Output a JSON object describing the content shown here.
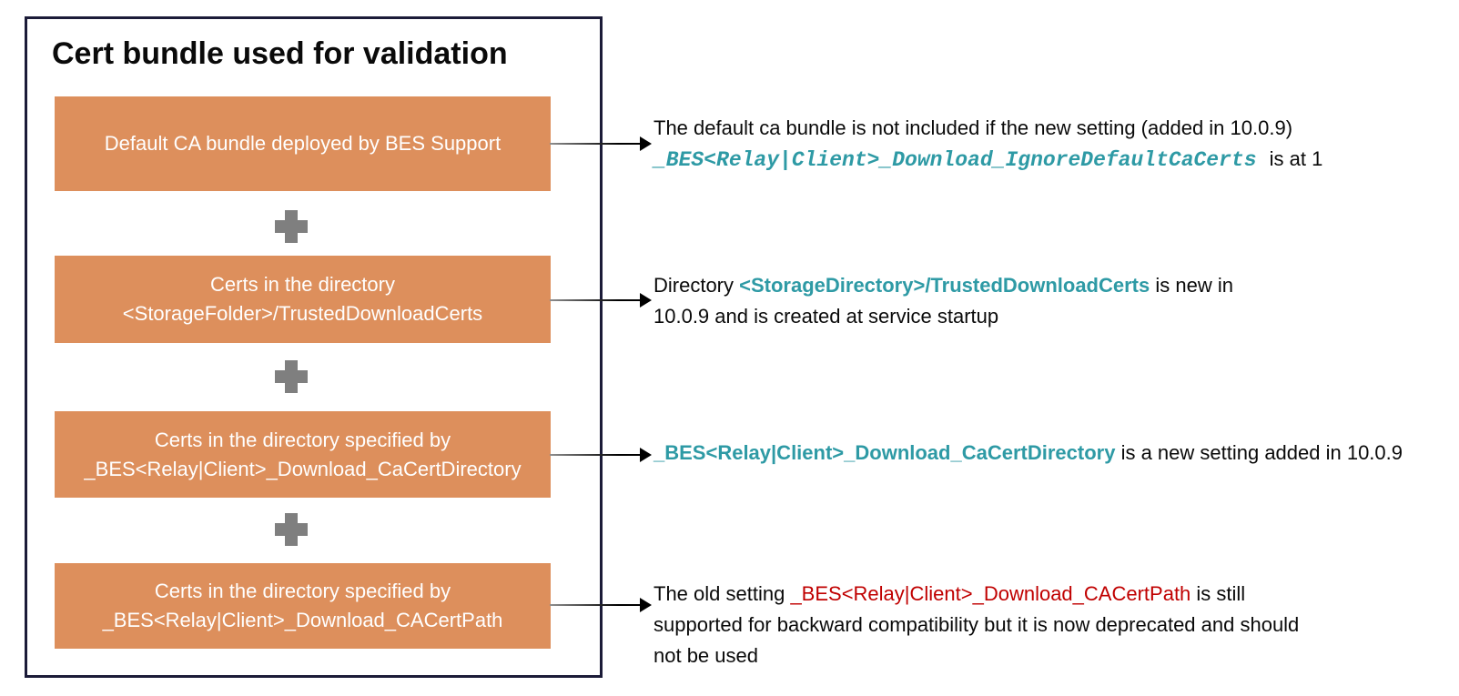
{
  "diagram": {
    "title": "Cert bundle used for validation",
    "boxes": [
      {
        "lines": [
          "Default CA bundle deployed by BES Support"
        ]
      },
      {
        "lines": [
          "Certs in the directory",
          "<StorageFolder>/TrustedDownloadCerts"
        ]
      },
      {
        "lines": [
          "Certs in the directory specified by",
          "_BES<Relay|Client>_Download_CaCertDirectory"
        ]
      },
      {
        "lines": [
          "Certs in the directory specified by",
          "_BES<Relay|Client>_Download_CACertPath"
        ]
      }
    ],
    "icons": {
      "separator": "plus-icon",
      "connector": "arrow-right-icon"
    },
    "annotations": [
      {
        "line1": "The default ca bundle is not included if the new setting (added in 10.0.9)",
        "code": "_BES<Relay|Client>_Download_IgnoreDefaultCaCerts",
        "suffix": " is at 1"
      },
      {
        "prefix": "Directory ",
        "highlight": "<StorageDirectory>/TrustedDownloadCerts",
        "suffix_line1": " is new in",
        "suffix_line2": "10.0.9 and is created at service startup"
      },
      {
        "highlight": "_BES<Relay|Client>_Download_CaCertDirectory",
        "suffix": " is a new setting added in 10.0.9"
      },
      {
        "prefix": "The old setting ",
        "highlight": "_BES<Relay|Client>_Download_CACertPath",
        "suffix_line1": " is still",
        "suffix_line2": "supported for backward compatibility but it is now deprecated and should",
        "suffix_line3": "not be used"
      }
    ],
    "colors": {
      "box_fill": "#DD8F5C",
      "box_text": "#FFFFFF",
      "teal": "#2E9AA5",
      "red": "#C00000",
      "plus_gray": "#7F7F7F",
      "border_navy": "#1B1B38",
      "arrow_black": "#000000"
    }
  }
}
